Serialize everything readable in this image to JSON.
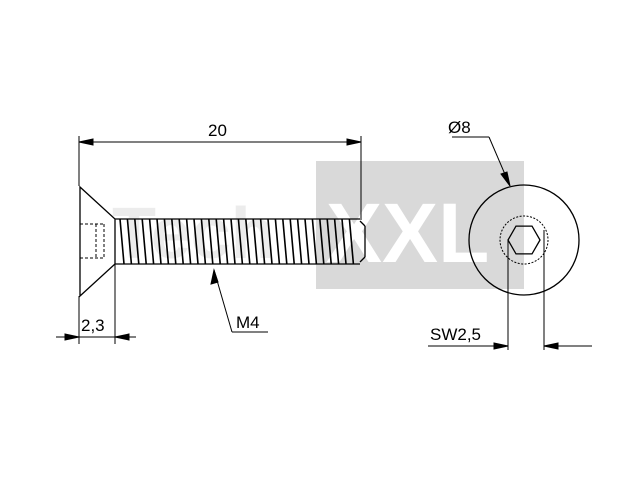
{
  "drawing": {
    "length_label": "20",
    "head_diameter_label": "Ø8",
    "head_height_label": "2,3",
    "thread_label": "M4",
    "socket_size_label": "SW2,5"
  },
  "watermark": {
    "part1": "Tech",
    "part2": "XXL"
  },
  "colors": {
    "line": "#000000",
    "watermark_box": "#d9d9d9",
    "watermark_text_light": "#e6e6e6",
    "watermark_text_on_box": "#ffffff"
  }
}
